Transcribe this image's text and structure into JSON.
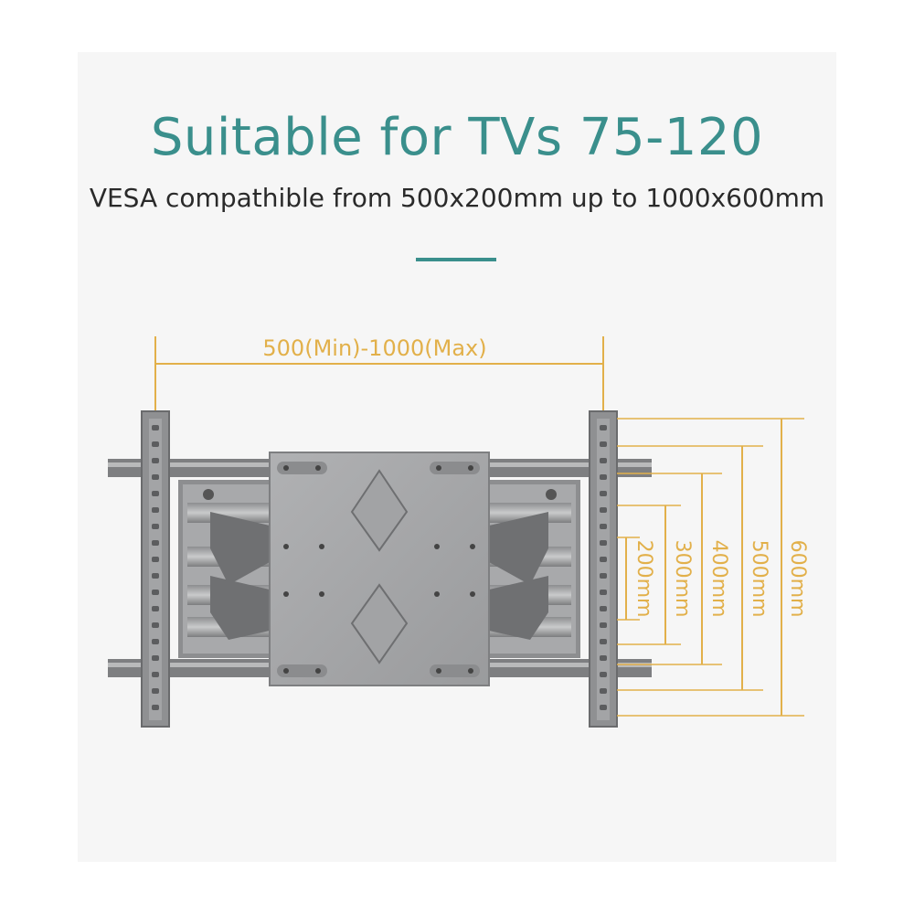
{
  "header": {
    "title": "Suitable for TVs 75-120",
    "subtitle": "VESA compathible from 500x200mm up to 1000x600mm"
  },
  "dimensions": {
    "width_label": "500(Min)-1000(Max)",
    "heights": [
      "200mm",
      "300mm",
      "400mm",
      "500mm",
      "600mm"
    ]
  },
  "colors": {
    "accent": "#3a8f8c",
    "dimension": "#e2b04a",
    "metal": "#9a9b9c",
    "metal_dark": "#6e6f71",
    "background": "#f6f6f6"
  }
}
